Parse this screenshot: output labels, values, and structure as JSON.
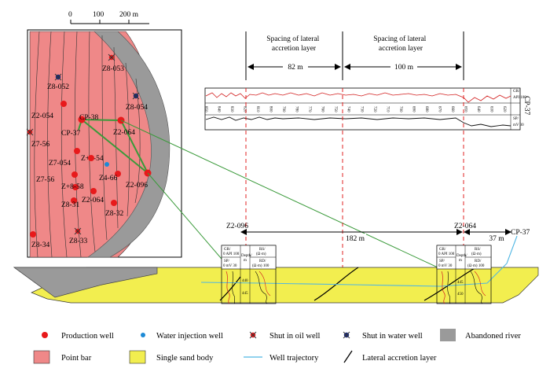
{
  "scale_bar": {
    "ticks": [
      "0",
      "100",
      "200 m"
    ]
  },
  "wells_map": [
    {
      "id": "Z8-053",
      "type": "shut-oil"
    },
    {
      "id": "Z8-052",
      "type": "shut-water"
    },
    {
      "id": "Z8-054",
      "type": "shut-water"
    },
    {
      "id": "Z2-054",
      "type": "production"
    },
    {
      "id": "CP-38",
      "type": "production"
    },
    {
      "id": "CP-37",
      "type": "production"
    },
    {
      "id": "Z2-064",
      "type": "production"
    },
    {
      "id": "Z7-56",
      "type": "shut-oil"
    },
    {
      "id": "Z7-054",
      "type": "production"
    },
    {
      "id": "Z+4-54",
      "type": "water-injection"
    },
    {
      "id": "Z7-56",
      "type": "production"
    },
    {
      "id": "Z4-66",
      "type": "production"
    },
    {
      "id": "Z2-096",
      "type": "production"
    },
    {
      "id": "Z+8-58",
      "type": "production"
    },
    {
      "id": "Z2-064",
      "type": "production"
    },
    {
      "id": "Z8-31",
      "type": "production"
    },
    {
      "id": "Z8-32",
      "type": "production"
    },
    {
      "id": "Z8-34",
      "type": "production"
    },
    {
      "id": "Z8-33",
      "type": "shut-oil"
    }
  ],
  "spacing_labels": {
    "left_title": "Spacing of lateral\naccretion layer",
    "left_value": "82 m",
    "right_title": "Spacing of lateral\naccretion layer",
    "right_value": "100 m"
  },
  "log_track": {
    "well": "CP-37",
    "side_labels": [
      "GR/",
      "API 100",
      "SP/",
      "mV 30"
    ],
    "depth_ticks": [
      "850",
      "840",
      "830",
      "820",
      "810",
      "800",
      "790",
      "780",
      "770",
      "760",
      "750",
      "740",
      "730",
      "720",
      "710",
      "700",
      "690",
      "680",
      "670",
      "660",
      "650",
      "640",
      "630",
      "620"
    ]
  },
  "section": {
    "left_well": "Z2-096",
    "right_well": "Z2-064",
    "far_well": "CP-37",
    "distance_main": "182 m",
    "distance_right": "37 m",
    "left_log_headers": {
      "gr": "GR/",
      "gr_range": "0  API 100",
      "sp": "SP/",
      "sp_range": "0  mV 30",
      "depth": "Depth/\nm",
      "rs": "RS/\n(Ω·m)",
      "rd": "RD/\n(Ω·m) 100"
    },
    "left_depths": [
      "440",
      "445"
    ],
    "right_log_headers": {
      "gr": "GR/",
      "gr_range": "0  API 100",
      "sp": "SP/",
      "sp_range": "0  mV 30",
      "depth": "Depth/\nm",
      "rs": "RS/\n(Ω·m)",
      "rd": "RD/\n(Ω·m) 100"
    },
    "right_depths": [
      "445",
      "450"
    ]
  },
  "legend": {
    "production_well": "Production well",
    "water_injection_well": "Water injection well",
    "shut_oil": "Shut in oil well",
    "shut_water": "Shut in water well",
    "abandoned_river": "Abandoned river",
    "point_bar": "Point bar",
    "single_sand_body": "Single sand body",
    "well_trajectory": "Well trajectory",
    "lateral_accretion": "Lateral accretion layer"
  },
  "colors": {
    "point_bar": "#ef8888",
    "abandoned_river": "#9a9a9a",
    "sand_body": "#f2ee4f",
    "production_well": "#e8191b",
    "water_injection": "#1d8ad6",
    "green_link": "#3a9a3a",
    "dashed_red": "#e02020",
    "trajectory": "#4fb6e3"
  }
}
